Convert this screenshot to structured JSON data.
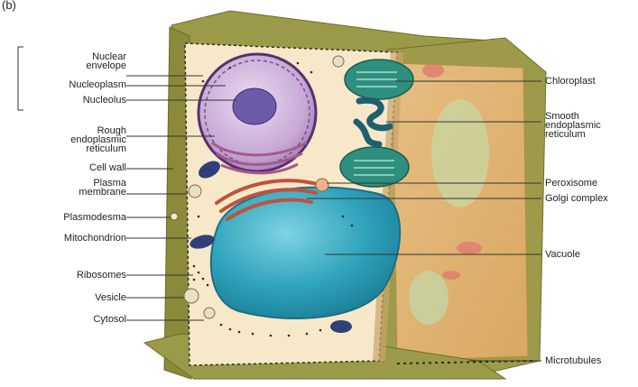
{
  "panel_label": "(b)",
  "labels_left": {
    "nuclear_envelope": [
      "Nuclear",
      "envelope"
    ],
    "nucleoplasm": "Nucleoplasm",
    "nucleolus": "Nucleolus",
    "rough_er": [
      "Rough",
      "endoplasmic",
      "reticulum"
    ],
    "cell_wall": "Cell wall",
    "plasma_membrane": [
      "Plasma",
      "membrane"
    ],
    "plasmodesma": "Plasmodesma",
    "mitochondrion": "Mitochondrion",
    "ribosomes": "Ribosomes",
    "vesicle": "Vesicle",
    "cytosol": "Cytosol"
  },
  "labels_right": {
    "chloroplast": "Chloroplast",
    "smooth_er": [
      "Smooth",
      "endoplasmic",
      "reticulum"
    ],
    "peroxisome": "Peroxisome",
    "golgi": "Golgi complex",
    "vacuole": "Vacuole",
    "microtubules": "Microtubules"
  },
  "colors": {
    "cell_wall": "#8a8a3c",
    "cytoplasm": "#f6e8c8",
    "side_face": "#e2b77a",
    "vacuole": "#2ea3bb",
    "nucleus": "#b08bc0",
    "nucleolus": "#6d5aa8",
    "chloroplast": "#2f8f7e",
    "mitochondrion": "#2f3f7a"
  }
}
